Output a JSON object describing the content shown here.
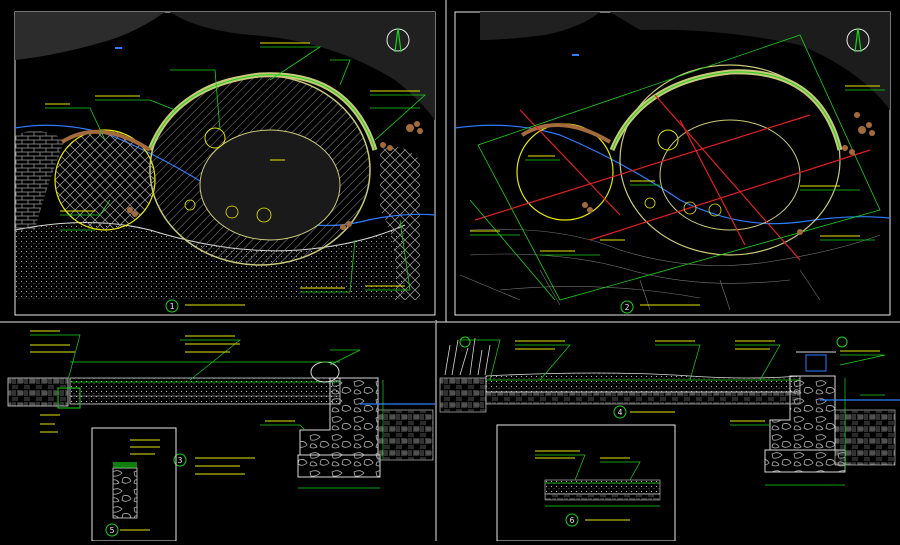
{
  "colors": {
    "background": "#000000",
    "frame": "#e8e8e8",
    "leader": "#19d219",
    "annotation": "#e6e600",
    "water": "#2e7cff",
    "pavilion": "#c9c97a",
    "brick": "#a36b3b",
    "axis": "#e02020",
    "soil": "#cfcfcf"
  },
  "drawings": [
    {
      "id": "1",
      "panel": "plan-left"
    },
    {
      "id": "2",
      "panel": "plan-right"
    },
    {
      "id": "3",
      "panel": "section-left"
    },
    {
      "id": "4",
      "panel": "section-right"
    },
    {
      "id": "5",
      "panel": "detail-small"
    },
    {
      "id": "6",
      "panel": "detail-box"
    }
  ],
  "icons": {
    "north_arrow": "north-arrow-icon"
  }
}
